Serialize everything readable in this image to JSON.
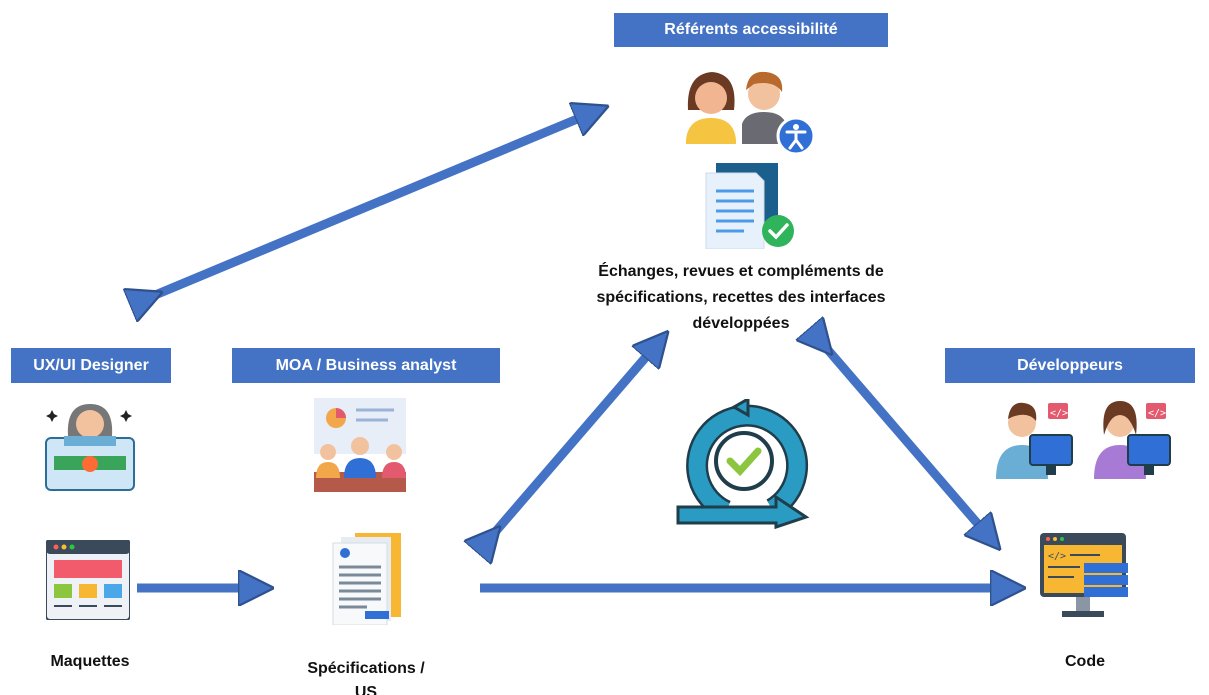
{
  "roles": {
    "referents": "Référents accessibilité",
    "designer": "UX/UI Designer",
    "moa": "MOA / Business analyst",
    "developpeurs": "Développeurs"
  },
  "artifacts": {
    "maquettes": "Maquettes",
    "specifications": "Spécifications / US",
    "code": "Code"
  },
  "center_text": [
    "Échanges, revues et compléments de",
    "spécifications, recettes des interfaces",
    "développées"
  ],
  "colors": {
    "box": "#4472c4",
    "arrow": "#4472c4",
    "cycle": "#2a9bc3",
    "check": "#8cc63f"
  },
  "icons": [
    "people-accessibility-icon",
    "document-check-icon",
    "designer-icon",
    "business-team-icon",
    "wireframe-icon",
    "specification-document-icon",
    "agile-cycle-icon",
    "developers-icon",
    "code-screen-icon"
  ]
}
